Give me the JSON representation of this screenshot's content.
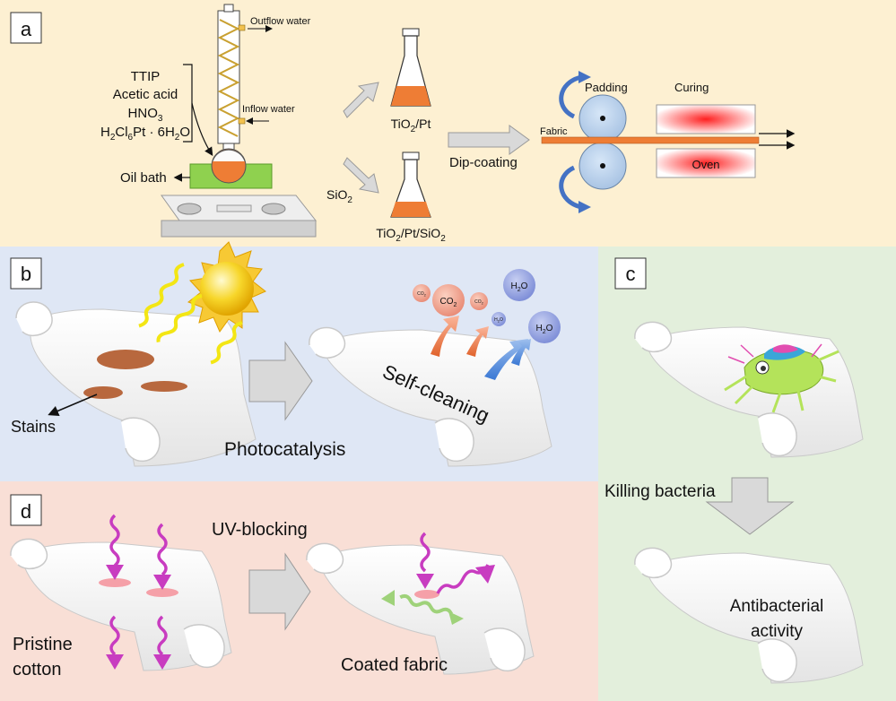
{
  "panels": {
    "a": {
      "label": "a",
      "reagents": [
        "TTIP",
        "Acetic acid"
      ],
      "hno3": {
        "main": "HNO",
        "sub": "3"
      },
      "h2ptcl6": {
        "p1": "H",
        "s1": "2",
        "p2": "Cl",
        "s2": "6",
        "p3": "Pt · 6H",
        "s3": "2",
        "p4": "O"
      },
      "outflow_water": "Outflow water",
      "inflow_water": "Inflow water",
      "oil_bath": "Oil bath",
      "product1": {
        "p1": "TiO",
        "s1": "2",
        "p2": "/Pt"
      },
      "sio2": {
        "p1": "SiO",
        "s1": "2"
      },
      "product2": {
        "p1": "TiO",
        "s1": "2",
        "p2": "/Pt/SiO",
        "s2": "2"
      },
      "dip_coating": "Dip-coating",
      "padding": "Padding",
      "curing": "Curing",
      "fabric": "Fabric",
      "oven": "Oven"
    },
    "b": {
      "label": "b",
      "stains": "Stains",
      "photocatalysis": "Photocatalysis",
      "self_cleaning": "Self-cleaning",
      "co2": {
        "p1": "CO",
        "s1": "2"
      },
      "h2o": {
        "p1": "H",
        "s1": "2",
        "p2": "O"
      }
    },
    "c": {
      "label": "c",
      "killing_bacteria": "Killing bacteria",
      "antibacterial_line1": "Antibacterial",
      "antibacterial_line2": "activity"
    },
    "d": {
      "label": "d",
      "uv_blocking": "UV-blocking",
      "pristine_line1": "Pristine",
      "pristine_line2": "cotton",
      "coated_fabric": "Coated fabric"
    }
  },
  "colors": {
    "panel_a_bg": "#fdf0d2",
    "panel_b_bg": "#dfe7f5",
    "panel_c_bg": "#e3efdc",
    "panel_d_bg": "#f9dfd6",
    "orange_liquid": "#ee7d35",
    "uv_wave": "#c83cc0",
    "yellow_wave": "#f3e614",
    "stain": "#b8683e",
    "arrow_gray": "#d9d9d9"
  }
}
